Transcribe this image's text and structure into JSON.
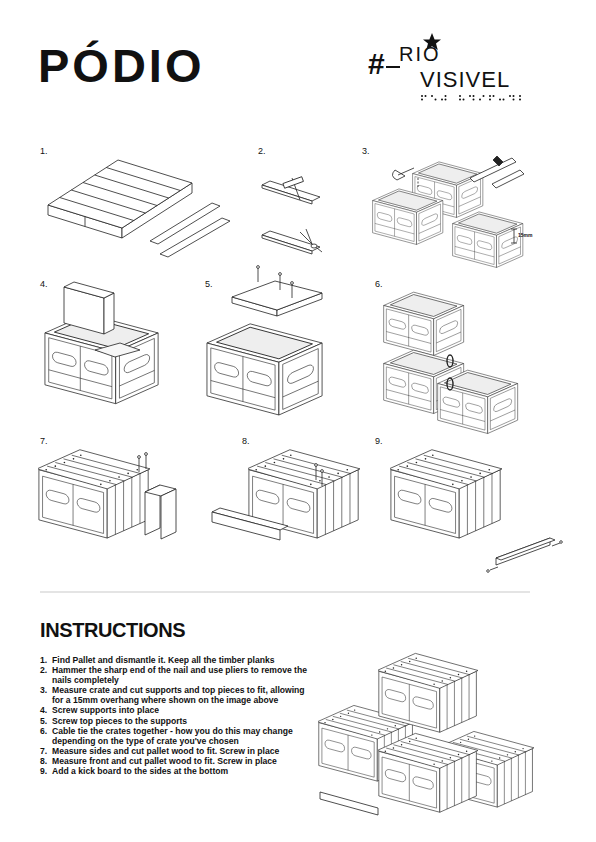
{
  "diagram": {
    "title": "PÓDIO",
    "labels": [
      "#",
      "RIO",
      "VISIVEL",
      "1.",
      "2.",
      "3.",
      "4.",
      "5.",
      "6.",
      "7.",
      "8.",
      "9.",
      "15mm",
      "INSTRUCTIONS",
      "1.",
      "Find Pallet and dismantle it. Keep all the timber planks",
      "2.",
      "Hammer the sharp end of the nail and use pliers to remove the nails completely",
      "3.",
      "Measure crate and cut supports and top pieces to fit, allowing for a 15mm overhang where shown on the image above",
      "4.",
      "Screw supports into place",
      "5.",
      "Screw top pieces to the supports",
      "6.",
      "Cable tie the crates together - how you do this may change depending on the type of crate you've chosen",
      "7.",
      "Measure sides and cut pallet wood to fit. Screw in place",
      "8.",
      "Measure front and cut pallet wood to fit. Screw in place",
      "9.",
      "Add a kick board to the sides at the bottom"
    ]
  }
}
